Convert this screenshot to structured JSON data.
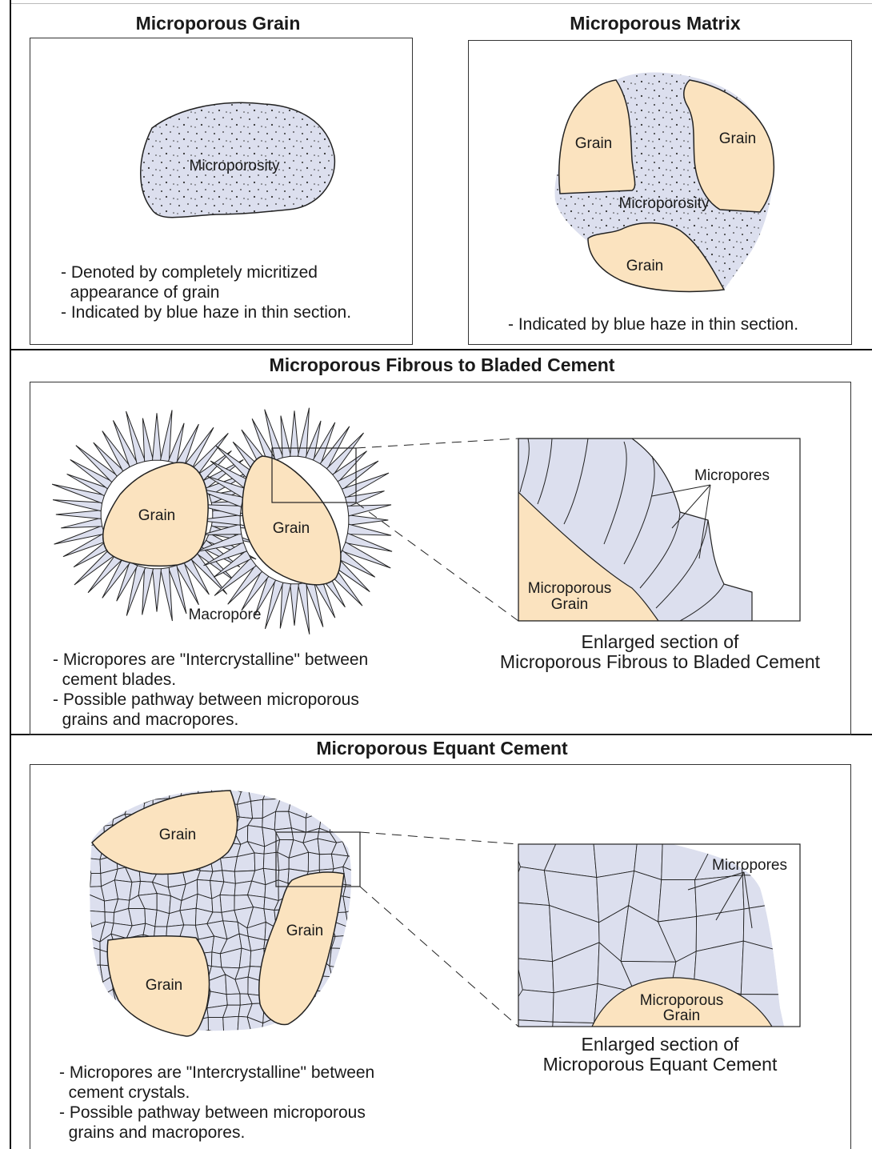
{
  "panels": {
    "grain": {
      "title": "Microporous Grain",
      "label": "Microporosity",
      "notes": [
        "- Denoted by completely micritized",
        "  appearance of grain",
        "- Indicated by blue haze in thin section."
      ]
    },
    "matrix": {
      "title": "Microporous Matrix",
      "grain_labels": [
        "Grain",
        "Grain",
        "Grain"
      ],
      "label": "Microporosity",
      "notes": [
        "- Indicated by blue haze in thin section."
      ]
    },
    "fibrous": {
      "title": "Microporous Fibrous to Bladed Cement",
      "grain_labels": [
        "Grain",
        "Grain"
      ],
      "macropore_label": "Macropore",
      "inset_micropores": "Micropores",
      "inset_grain": [
        "Microporous",
        "Grain"
      ],
      "caption": [
        "Enlarged section of",
        "Microporous Fibrous to Bladed Cement"
      ],
      "notes": [
        "- Micropores are \"Intercrystalline\" between",
        "  cement blades.",
        "- Possible pathway between microporous",
        "  grains and macropores."
      ]
    },
    "equant": {
      "title": "Microporous Equant Cement",
      "grain_labels": [
        "Grain",
        "Grain",
        "Grain"
      ],
      "inset_micropores": "Micropores",
      "inset_grain": [
        "Microporous",
        "Grain"
      ],
      "caption": [
        "Enlarged section of",
        "Microporous Equant Cement"
      ],
      "notes": [
        "- Micropores are \"Intercrystalline\" between",
        "  cement crystals.",
        "- Possible pathway between microporous",
        "  grains and macropores."
      ]
    }
  },
  "colors": {
    "grain": "#fbe3bf",
    "cement": "#dcdfee",
    "line": "#222222"
  }
}
